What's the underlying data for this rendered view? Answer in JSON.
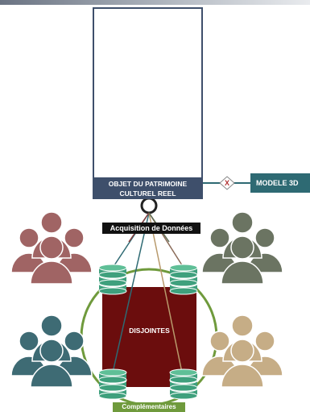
{
  "object_label_line1": "OBJET DU PATRIMOINE",
  "object_label_line2": "CULTUREL REEL",
  "model_label": "MODELE 3D",
  "acquisition_label": "Acquisition de Données",
  "disjointes_label": "DISJOINTES",
  "complementaires_label": "Complémentaires",
  "colors": {
    "navy": "#3e4f6b",
    "teal": "#2e6a73",
    "rose_group": "#a06464",
    "olive_group": "#6b7462",
    "teal_group": "#3e6b74",
    "tan_group": "#c6ad86",
    "maroon": "#6b0d0d",
    "green": "#6f9a3c",
    "db_green": "#3fa07d"
  }
}
